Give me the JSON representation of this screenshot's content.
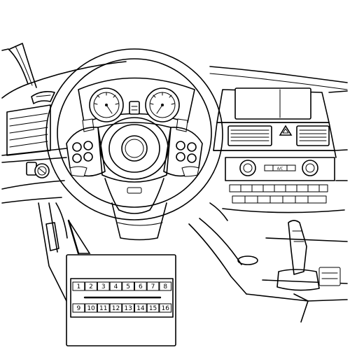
{
  "connector": {
    "top_row": [
      "1",
      "2",
      "3",
      "4",
      "5",
      "6",
      "7",
      "8"
    ],
    "bottom_row": [
      "9",
      "10",
      "11",
      "12",
      "13",
      "14",
      "15",
      "16"
    ]
  },
  "console": {
    "button_label": "A/C"
  }
}
